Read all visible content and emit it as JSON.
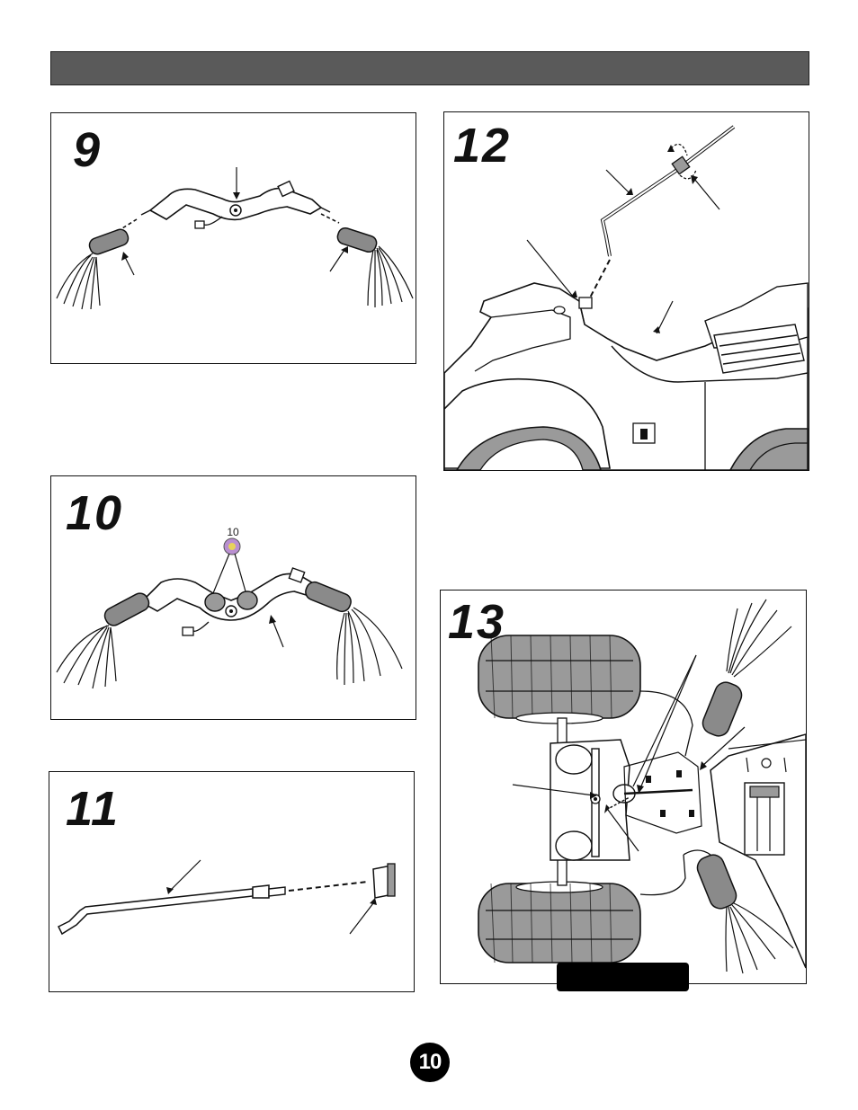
{
  "header": {
    "title": ""
  },
  "steps": {
    "s9": {
      "number": "9"
    },
    "s10": {
      "number": "10",
      "part_callout": "10"
    },
    "s11": {
      "number": "11"
    },
    "s12": {
      "number": "12"
    },
    "s13": {
      "number": "13",
      "label": ""
    }
  },
  "page": {
    "number": "10"
  },
  "colors": {
    "header_bar": "#5a5a5a",
    "ink": "#111111",
    "grip_fill": "#8a8a8a",
    "tire_fill": "#9a9a9a",
    "callout_badge": "#b98fd0"
  }
}
